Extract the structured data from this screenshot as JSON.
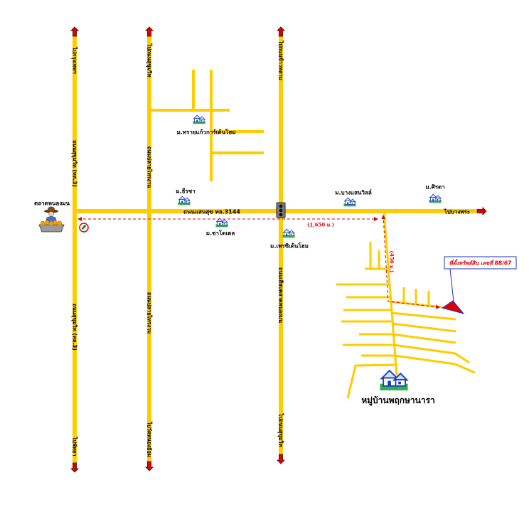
{
  "map": {
    "colors": {
      "road": "#FFCC00",
      "direction_arrow": "#E00000",
      "distance_line": "#E00000",
      "callout_border": "#1F2FBF",
      "callout_text": "#E00000",
      "house_icon": "#1D3BB8"
    },
    "north_south_roads": [
      {
        "top_direction": "ไปกรุงเทพฯ",
        "name_upper": "ถนนสุขุมวิท (ทล.3)",
        "name_lower": "ถนนสุขุมวิท (ทล.3)",
        "bottom_direction": "ไปพัทยา"
      },
      {
        "top_direction": "ไปถนนสุขุมวิท",
        "name_upper": "ถนนปลายไทรงาม",
        "name_lower": "ถนนปลายไทรงาม",
        "bottom_direction": "ไปวัดหนองอ้อม"
      },
      {
        "top_direction": "ไปถนนข้าวหลาม",
        "name_lower": "ถนนเลียบตลาดหนองมน",
        "bottom_direction": "ไปถนนสุขุมวิท"
      }
    ],
    "main_road": {
      "name": "ถนนแสนสุข ทล.3144",
      "east_direction": "ไปบางพระ"
    },
    "market": "ตลาดหนองมน",
    "villages": [
      "ม.ทรายแก้วการ์เด้นโฮม",
      "ม.ธีรชา",
      "ม.ชาโดเดล",
      "ม.เพรซิเด้นโฮม",
      "ม.บางแสนวิลล์",
      "ม.ศิรดา"
    ],
    "distances": {
      "along_main_road": "(1,650 ม.)",
      "along_soi": "(450 ม.)"
    },
    "property_callout": "ที่ตั้งทรัพย์สิน เลขที่ 88/67",
    "project_name": "หมู่บ้านพฤกษานารา",
    "icons": {
      "village": "house-icon",
      "market": "market-vendor-icon",
      "traffic_light": "traffic-light-icon",
      "landmark": "landmark-logo-icon",
      "property": "property-marker-icon",
      "direction": "arrow-icon"
    }
  }
}
